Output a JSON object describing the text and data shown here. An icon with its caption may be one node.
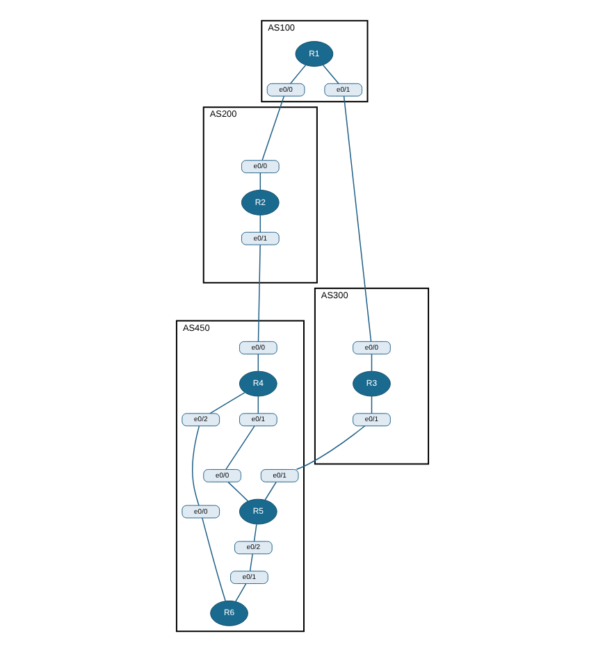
{
  "diagram": {
    "nodes": [
      {
        "text": [
          "AS100"
        ]
      },
      {
        "text": [
          "R1"
        ],
        "in": 0
      },
      {
        "text": [
          "e0/0"
        ],
        "in": 0
      },
      {
        "text": [
          "e0/1"
        ],
        "in": 0
      },
      {
        "text": [
          "AS200"
        ]
      },
      {
        "text": [
          "R2"
        ],
        "in": 4
      },
      {
        "text": [
          "e0/0"
        ],
        "in": 4
      },
      {
        "text": [
          "e0/1"
        ],
        "in": 4
      },
      {
        "text": [
          "AS300"
        ]
      },
      {
        "text": [
          "R3"
        ],
        "in": 8
      },
      {
        "text": [
          "e0/0"
        ],
        "in": 8
      },
      {
        "text": [
          "e0/1"
        ],
        "in": 8
      },
      {
        "text": [
          "AS450"
        ]
      },
      {
        "text": [
          "R4"
        ],
        "in": 12
      },
      {
        "text": [
          "e0/0"
        ],
        "in": 12
      },
      {
        "text": [
          "e0/1"
        ],
        "in": 12
      },
      {
        "text": [
          "e0/2"
        ],
        "in": 12
      },
      {
        "text": [
          "R5"
        ],
        "in": 12
      },
      {
        "text": [
          "e0/0"
        ],
        "in": 12
      },
      {
        "text": [
          "e0/1"
        ],
        "in": 12
      },
      {
        "text": [
          "e0/2"
        ],
        "in": 12
      },
      {
        "text": [
          "R6"
        ],
        "in": 12
      },
      {
        "text": [
          "e0/0"
        ],
        "in": 12
      },
      {
        "text": [
          "e0/1"
        ],
        "in": 12
      }
    ],
    "edges": [
      {
        "from": 1,
        "to": 2,
        "arrow": "none"
      },
      {
        "from": 2,
        "to": 6,
        "arrow": "none"
      },
      {
        "from": 6,
        "to": 5,
        "arrow": "none"
      },
      {
        "from": 1,
        "to": 3,
        "arrow": "none"
      },
      {
        "from": 3,
        "to": 10,
        "arrow": "none"
      },
      {
        "from": 10,
        "to": 9,
        "arrow": "none"
      },
      {
        "from": 5,
        "to": 7,
        "arrow": "none"
      },
      {
        "from": 7,
        "to": 14,
        "arrow": "none"
      },
      {
        "from": 14,
        "to": 13,
        "arrow": "none"
      },
      {
        "from": 9,
        "to": 11,
        "arrow": "none"
      },
      {
        "from": 11,
        "to": 19,
        "arrow": "none"
      },
      {
        "from": 19,
        "to": 17,
        "arrow": "none"
      },
      {
        "from": 13,
        "to": 15,
        "arrow": "none"
      },
      {
        "from": 15,
        "to": 18,
        "arrow": "none"
      },
      {
        "from": 18,
        "to": 17,
        "arrow": "none"
      },
      {
        "from": 13,
        "to": 16,
        "arrow": "none"
      },
      {
        "from": 16,
        "to": 22,
        "arrow": "none"
      },
      {
        "from": 22,
        "to": 21,
        "arrow": "none"
      },
      {
        "from": 17,
        "to": 20,
        "arrow": "none"
      },
      {
        "from": 20,
        "to": 23,
        "arrow": "none"
      },
      {
        "from": 23,
        "to": 21,
        "arrow": "none"
      }
    ]
  }
}
